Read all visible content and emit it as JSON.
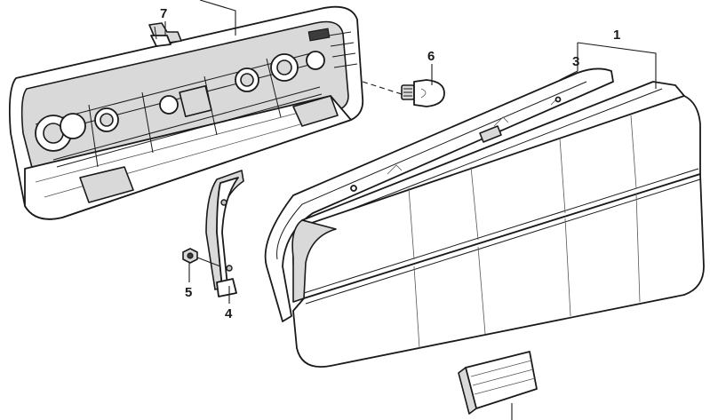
{
  "callouts": {
    "p1": "1",
    "p3": "3",
    "p4": "4",
    "p5": "5",
    "p6": "6",
    "p7": "7"
  }
}
